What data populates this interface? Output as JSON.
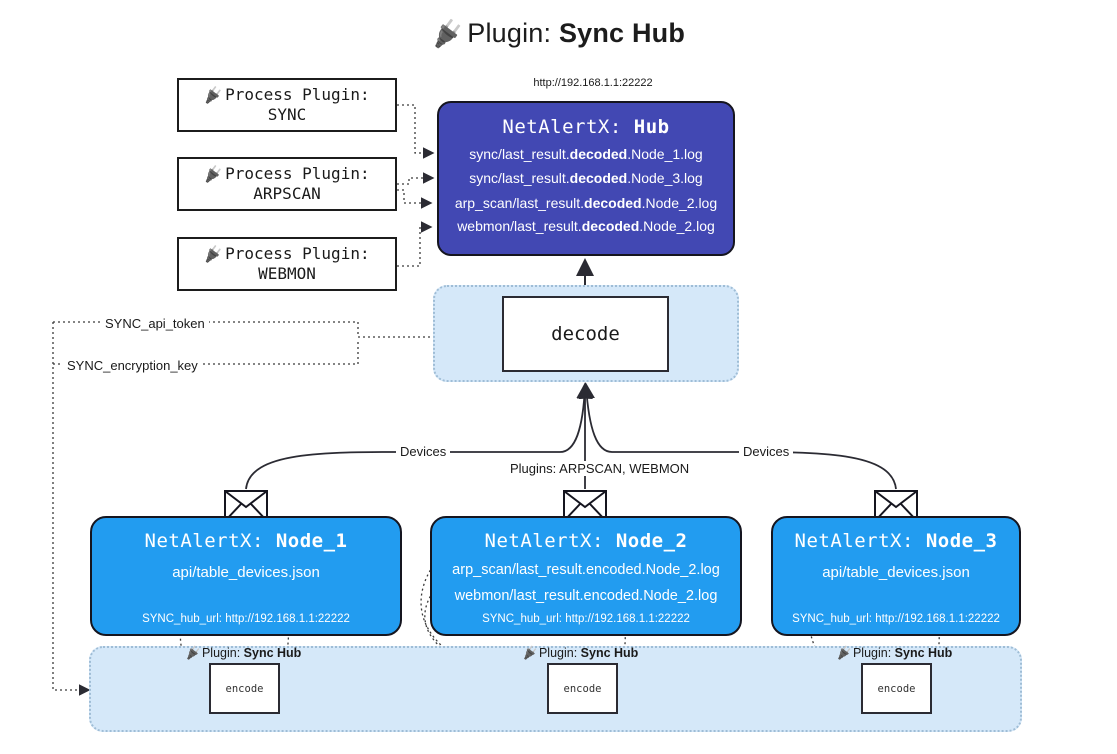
{
  "title": {
    "icon": "plug-icon",
    "prefix": "Plugin:",
    "name": "Sync Hub"
  },
  "hub": {
    "url": "http://192.168.1.1:22222",
    "title_prefix": "NetAlertX:",
    "title_name": "Hub",
    "loglines": [
      {
        "pre": "sync/last_result.",
        "bold": "decoded",
        "post": ".Node_1.log"
      },
      {
        "pre": "sync/last_result.",
        "bold": "decoded",
        "post": ".Node_3.log"
      },
      {
        "pre": "arp_scan/last_result.",
        "bold": "decoded",
        "post": ".Node_2.log"
      },
      {
        "pre": "webmon/last_result.",
        "bold": "decoded",
        "post": ".Node_2.log"
      }
    ],
    "color": "#4248b3"
  },
  "process_plugins": [
    {
      "icon": "plug-icon",
      "line1": "Process Plugin:",
      "line2": "SYNC"
    },
    {
      "icon": "plug-icon",
      "line1": "Process Plugin:",
      "line2": "ARPSCAN"
    },
    {
      "icon": "plug-icon",
      "line1": "Process Plugin:",
      "line2": "WEBMON"
    }
  ],
  "decode": {
    "label": "decode",
    "band_color": "#d5e8f9"
  },
  "wire_labels": {
    "api_token": "SYNC_api_token",
    "encryption_key": "SYNC_encryption_key",
    "devices_left": "Devices",
    "devices_right": "Devices",
    "plugins_center": "Plugins: ARPSCAN, WEBMON"
  },
  "nodes": [
    {
      "title_prefix": "NetAlertX:",
      "title_name": "Node_1",
      "lines": [
        "api/table_devices.json"
      ],
      "url_label": "SYNC_hub_url: http://192.168.1.1:22222",
      "color": "#229cf0"
    },
    {
      "title_prefix": "NetAlertX:",
      "title_name": "Node_2",
      "lines": [
        "arp_scan/last_result.encoded.Node_2.log",
        "webmon/last_result.encoded.Node_2.log"
      ],
      "url_label": "SYNC_hub_url: http://192.168.1.1:22222",
      "color": "#229cf0"
    },
    {
      "title_prefix": "NetAlertX:",
      "title_name": "Node_3",
      "lines": [
        "api/table_devices.json"
      ],
      "url_label": "SYNC_hub_url: http://192.168.1.1:22222",
      "color": "#229cf0"
    }
  ],
  "encoders": [
    {
      "plugin_prefix": "Plugin:",
      "plugin_name": "Sync Hub",
      "label": "encode"
    },
    {
      "plugin_prefix": "Plugin:",
      "plugin_name": "Sync Hub",
      "label": "encode"
    },
    {
      "plugin_prefix": "Plugin:",
      "plugin_name": "Sync Hub",
      "label": "encode"
    }
  ]
}
